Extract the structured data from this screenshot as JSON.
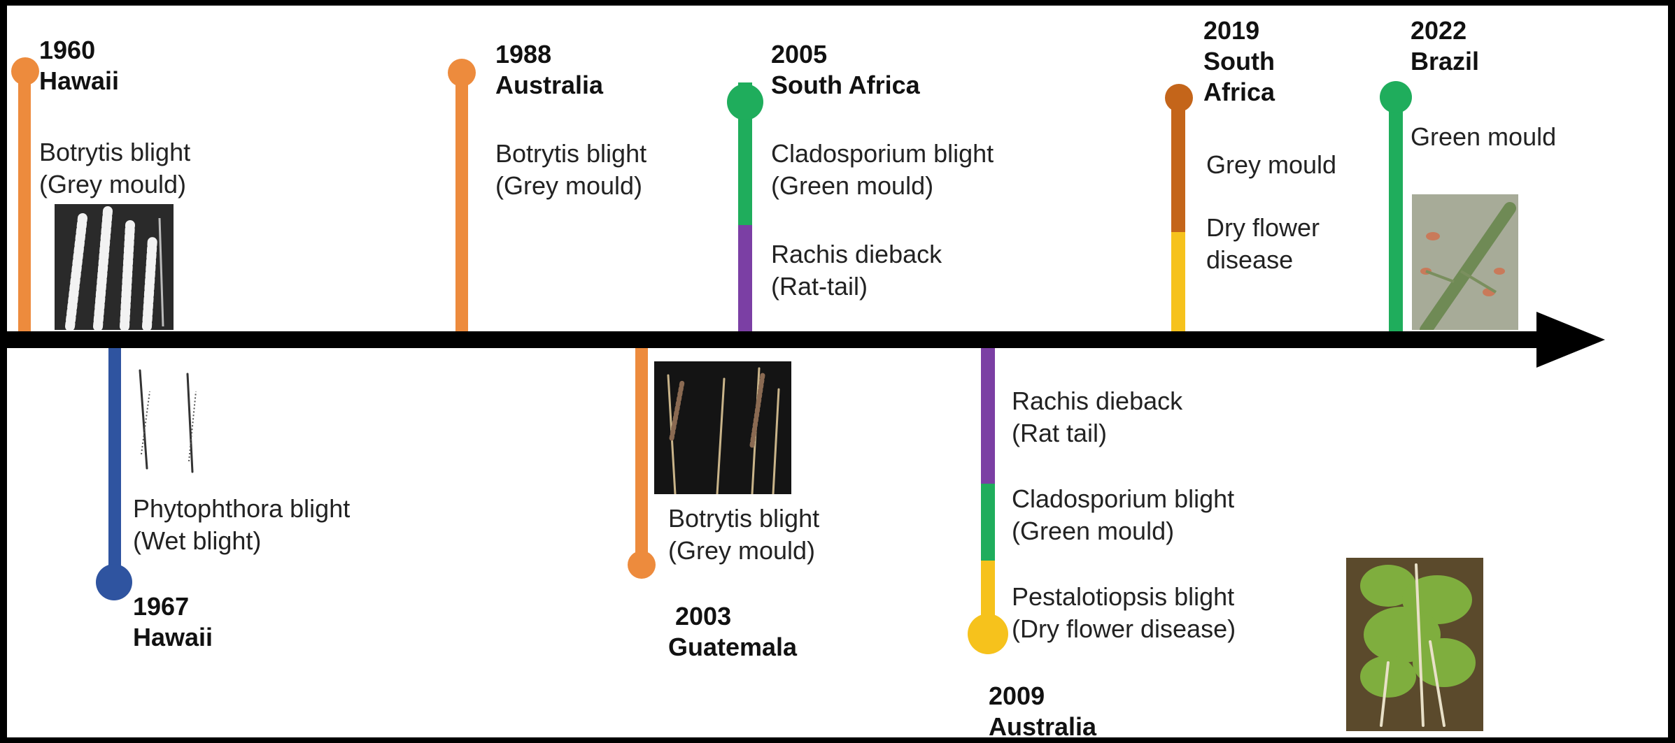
{
  "colors": {
    "botrytis": "#ED8B3D",
    "phytophthora": "#2F54A0",
    "cladosporium": "#1FAD5C",
    "rachis": "#7B3FA4",
    "pestalotiopsis": "#F6C21C",
    "grey_mould_2019": "#C4651A",
    "axis": "#000000"
  },
  "events": [
    {
      "year": "1960",
      "location": "Hawaii",
      "diseases": [
        {
          "name": "Botrytis blight",
          "alt": "(Grey mould)"
        }
      ]
    },
    {
      "year": "1967",
      "location": "Hawaii",
      "diseases": [
        {
          "name": "Phytophthora blight",
          "alt": "(Wet blight)"
        }
      ]
    },
    {
      "year": "1988",
      "location": "Australia",
      "diseases": [
        {
          "name": "Botrytis blight",
          "alt": "(Grey mould)"
        }
      ]
    },
    {
      "year": "2003",
      "location": "Guatemala",
      "diseases": [
        {
          "name": "Botrytis blight",
          "alt": "(Grey mould)"
        }
      ]
    },
    {
      "year": "2005",
      "location": "South Africa",
      "diseases": [
        {
          "name": "Cladosporium blight",
          "alt": "(Green mould)"
        },
        {
          "name": "Rachis dieback",
          "alt": "(Rat-tail)"
        }
      ]
    },
    {
      "year": "2009",
      "location": "Australia",
      "diseases": [
        {
          "name": "Rachis dieback",
          "alt": "(Rat tail)"
        },
        {
          "name": "Cladosporium blight",
          "alt": "(Green mould)"
        },
        {
          "name": "Pestalotiopsis blight",
          "alt": "(Dry flower disease)"
        }
      ]
    },
    {
      "year": "2019",
      "location_line1": "South",
      "location_line2": "Africa",
      "diseases": [
        {
          "name": "Grey mould"
        },
        {
          "name_line1": "Dry flower",
          "name_line2": "disease"
        }
      ]
    },
    {
      "year": "2022",
      "location": "Brazil",
      "diseases": [
        {
          "name": "Green mould"
        }
      ]
    }
  ]
}
